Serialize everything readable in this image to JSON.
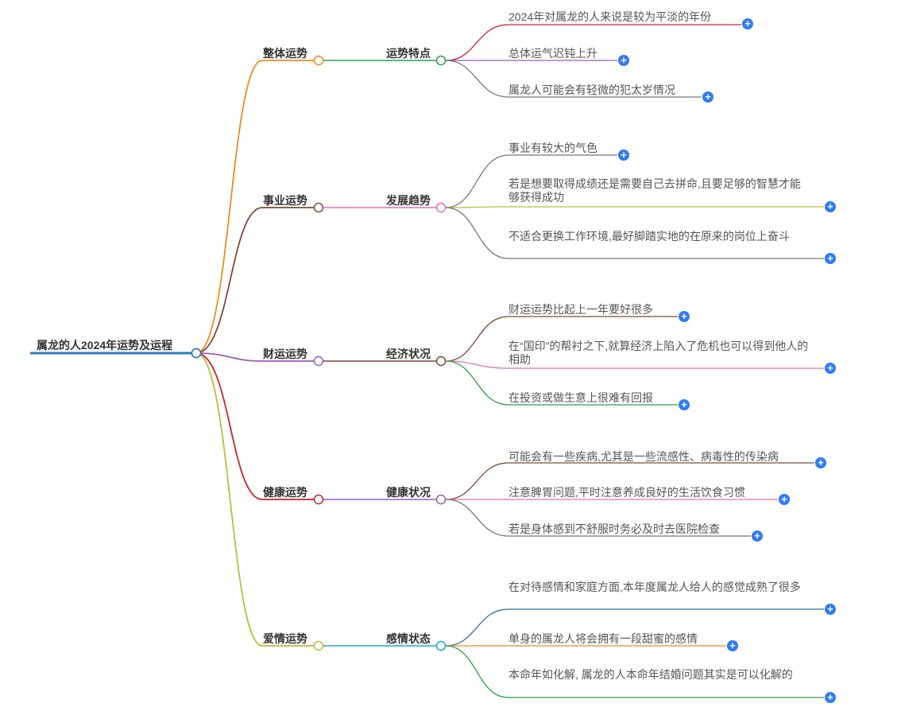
{
  "root": {
    "title": "属龙的人2024年运势及运程"
  },
  "branches": [
    {
      "label": "整体运势",
      "child": "运势特点",
      "leaves": [
        "2024年对属龙的人来说是较为平淡的年份",
        "总体运气迟钝上升",
        "属龙人可能会有轻微的犯太岁情况"
      ]
    },
    {
      "label": "事业运势",
      "child": "发展趋势",
      "leaves": [
        "事业有较大的气色",
        "若是想要取得成绩还是需要自己去拼命,且要足够的智慧才能够获得成功",
        "不适合更换工作环境,最好脚踏实地的在原来的岗位上奋斗"
      ]
    },
    {
      "label": "财运运势",
      "child": "经济状况",
      "leaves": [
        "财运运势比起上一年要好很多",
        "在“国印”的帮衬之下,就算经济上陷入了危机也可以得到他人的相助",
        "在投资或做生意上很难有回报"
      ]
    },
    {
      "label": "健康运势",
      "child": "健康状况",
      "leaves": [
        "可能会有一些疾病,尤其是一些流感性、病毒性的传染病",
        "注意脾胃问题,平时注意养成良好的生活饮食习惯",
        "若是身体感到不舒服时务必及时去医院检查"
      ]
    },
    {
      "label": "爱情运势",
      "child": "感情状态",
      "leaves": [
        "在对待感情和家庭方面,本年度属龙人给人的感觉成熟了很多",
        "单身的属龙人将会拥有一段甜蜜的感情",
        "本命年如化解, 属龙的人本命年结婚问题其实是可以化解的"
      ]
    }
  ],
  "colors": {
    "root_line": "#2b7bb9",
    "branch_lines": [
      "#ef8b22",
      "#7d4a3c",
      "#9a5cb5",
      "#c2272d",
      "#bcbc3a"
    ],
    "child_lines": [
      "#2ea043",
      "#e96fb7",
      "#7d4a3c",
      "#9a5cb5",
      "#1aa9d6"
    ],
    "leaf_lines": [
      [
        "#c2272d",
        "#9a5cb5",
        "#777777"
      ],
      [
        "#777777",
        "#bcbc3a",
        "#777777"
      ],
      [
        "#7d4a3c",
        "#e96fb7",
        "#2ea043"
      ],
      [
        "#7d4a3c",
        "#e96fb7",
        "#777777"
      ],
      [
        "#2b6fa8",
        "#ef8b22",
        "#2ea043"
      ]
    ],
    "expand_button": "#2f7bf6"
  }
}
